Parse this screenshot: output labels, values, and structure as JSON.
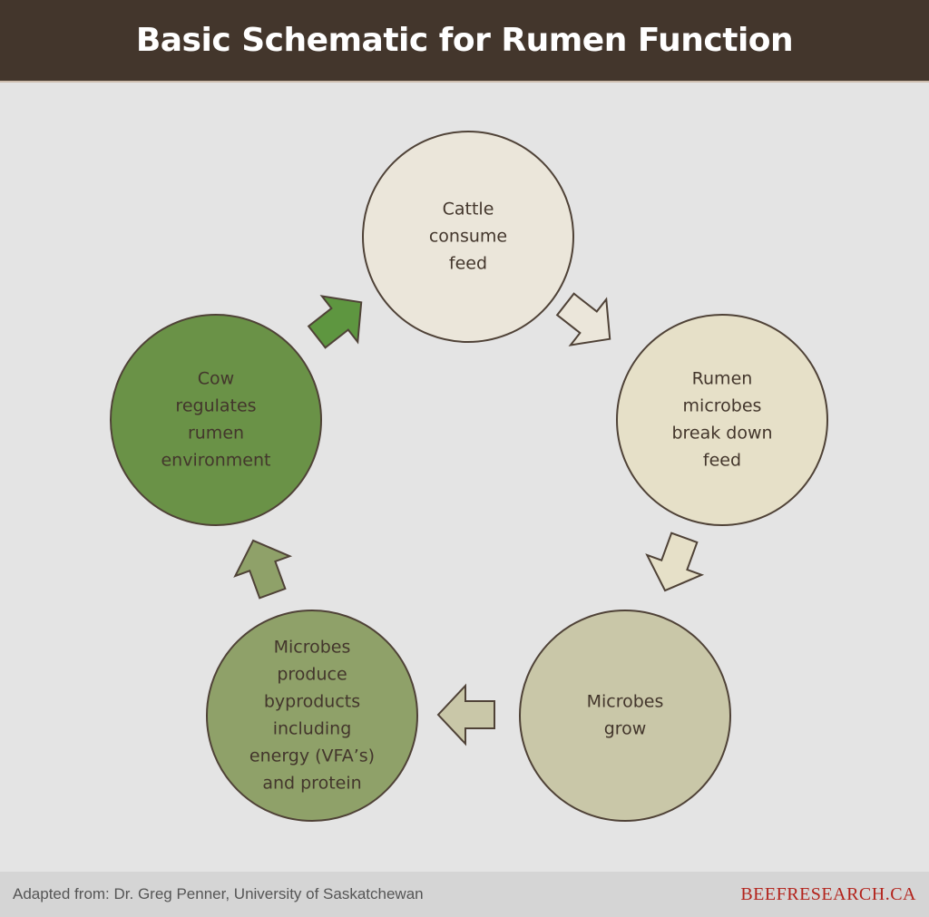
{
  "header": {
    "title": "Basic Schematic for Rumen Function"
  },
  "nodes": [
    {
      "id": "consume",
      "lines": [
        "Cattle",
        "consume",
        "feed"
      ],
      "fill": "#ebe6da"
    },
    {
      "id": "breakdown",
      "lines": [
        "Rumen",
        "microbes",
        "break down",
        "feed"
      ],
      "fill": "#e6e0c8"
    },
    {
      "id": "grow",
      "lines": [
        "Microbes",
        "grow"
      ],
      "fill": "#c9c7a8"
    },
    {
      "id": "byproducts",
      "lines": [
        "Microbes",
        "produce",
        "byproducts",
        "including",
        "energy (VFA’s)",
        "and protein"
      ],
      "fill": "#8fa169"
    },
    {
      "id": "regulate",
      "lines": [
        "Cow",
        "regulates",
        "rumen",
        "environment"
      ],
      "fill": "#6a9247"
    }
  ],
  "arrows": [
    {
      "from": "consume",
      "to": "breakdown",
      "fill": "#ebe6da"
    },
    {
      "from": "breakdown",
      "to": "grow",
      "fill": "#e6e0c8"
    },
    {
      "from": "grow",
      "to": "byproducts",
      "fill": "#c9c7a8"
    },
    {
      "from": "byproducts",
      "to": "regulate",
      "fill": "#8fa169"
    },
    {
      "from": "regulate",
      "to": "consume",
      "fill": "#5e9640"
    }
  ],
  "colors": {
    "stroke": "#4f4237",
    "header_bg": "#43362c",
    "brand": "#b3231c"
  },
  "footer": {
    "credit": "Adapted from: Dr. Greg Penner, University of Saskatchewan",
    "brand": "BEEFRESEARCH.CA"
  }
}
